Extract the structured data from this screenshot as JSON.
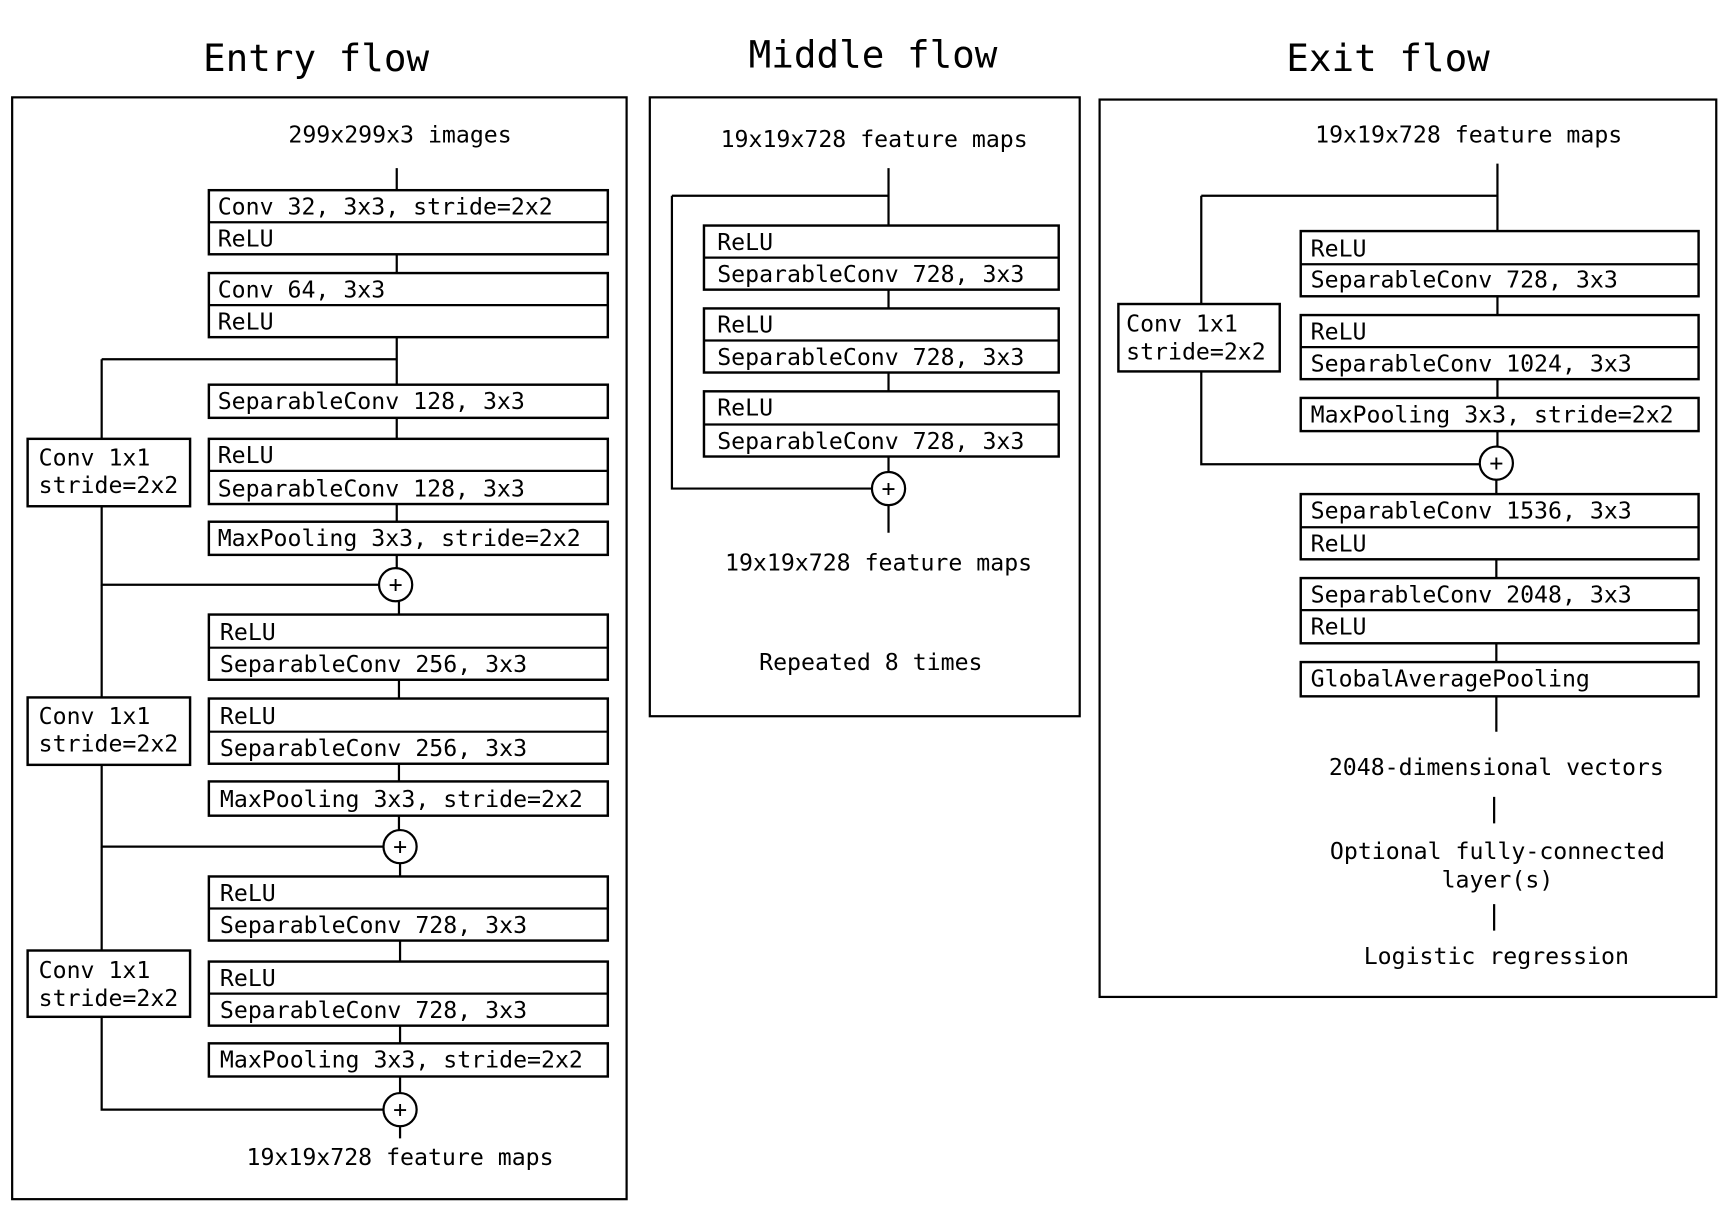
{
  "entry_flow": {
    "title": "Entry flow",
    "input": "299x299x3 images",
    "blocks": [
      [
        "Conv 32, 3x3, stride=2x2",
        "ReLU"
      ],
      [
        "Conv 64, 3x3",
        "ReLU"
      ],
      [
        "SeparableConv 128, 3x3"
      ],
      [
        "ReLU",
        "SeparableConv 128, 3x3"
      ],
      [
        "MaxPooling 3x3, stride=2x2"
      ],
      [
        "ReLU",
        "SeparableConv 256, 3x3"
      ],
      [
        "ReLU",
        "SeparableConv 256, 3x3"
      ],
      [
        "MaxPooling 3x3, stride=2x2"
      ],
      [
        "ReLU",
        "SeparableConv 728, 3x3"
      ],
      [
        "ReLU",
        "SeparableConv 728, 3x3"
      ],
      [
        "MaxPooling 3x3, stride=2x2"
      ]
    ],
    "shortcuts": [
      [
        "Conv 1x1",
        "stride=2x2"
      ],
      [
        "Conv 1x1",
        "stride=2x2"
      ],
      [
        "Conv 1x1",
        "stride=2x2"
      ]
    ],
    "add_symbol": "+",
    "output": "19x19x728 feature maps"
  },
  "middle_flow": {
    "title": "Middle flow",
    "input": "19x19x728 feature maps",
    "blocks": [
      [
        "ReLU",
        "SeparableConv 728, 3x3"
      ],
      [
        "ReLU",
        "SeparableConv 728, 3x3"
      ],
      [
        "ReLU",
        "SeparableConv 728, 3x3"
      ]
    ],
    "add_symbol": "+",
    "output": "19x19x728 feature maps",
    "note": "Repeated 8 times"
  },
  "exit_flow": {
    "title": "Exit flow",
    "input": "19x19x728 feature maps",
    "blocks": [
      [
        "ReLU",
        "SeparableConv 728, 3x3"
      ],
      [
        "ReLU",
        "SeparableConv 1024, 3x3"
      ],
      [
        "MaxPooling 3x3, stride=2x2"
      ],
      [
        "SeparableConv 1536, 3x3",
        "ReLU"
      ],
      [
        "SeparableConv 2048, 3x3",
        "ReLU"
      ],
      [
        "GlobalAveragePooling"
      ]
    ],
    "shortcuts": [
      [
        "Conv 1x1",
        "stride=2x2"
      ]
    ],
    "add_symbol": "+",
    "output": "2048-dimensional vectors",
    "fc": [
      "Optional fully-connected",
      "layer(s)"
    ],
    "final": "Logistic regression"
  }
}
